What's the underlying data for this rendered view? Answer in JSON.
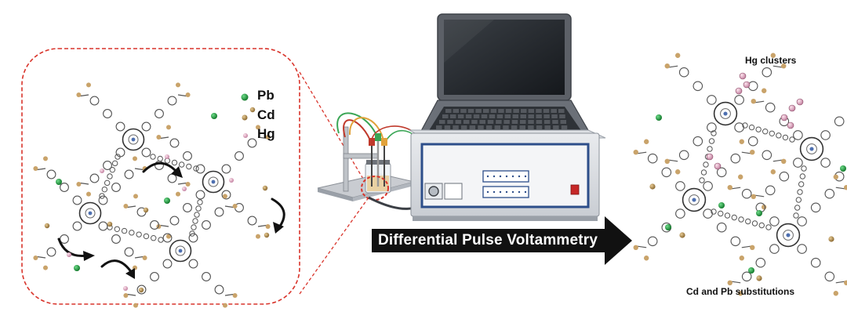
{
  "legend": {
    "pb": "Pb",
    "cd": "Cd",
    "hg": "Hg"
  },
  "legend_colors": {
    "pb": "#1f9a3c",
    "cd": "#b0894a",
    "hg": "#e0a8c0"
  },
  "method": {
    "label": "Differential Pulse Voltammetry"
  },
  "result": {
    "top_label": "Hg clusters",
    "bottom_label": "Cd and Pb substitutions"
  },
  "colors": {
    "zoom_border": "#d9342b",
    "arrow": "#111111",
    "instrument_trim": "#2d4e8a",
    "framework": "#4a4a4a"
  }
}
